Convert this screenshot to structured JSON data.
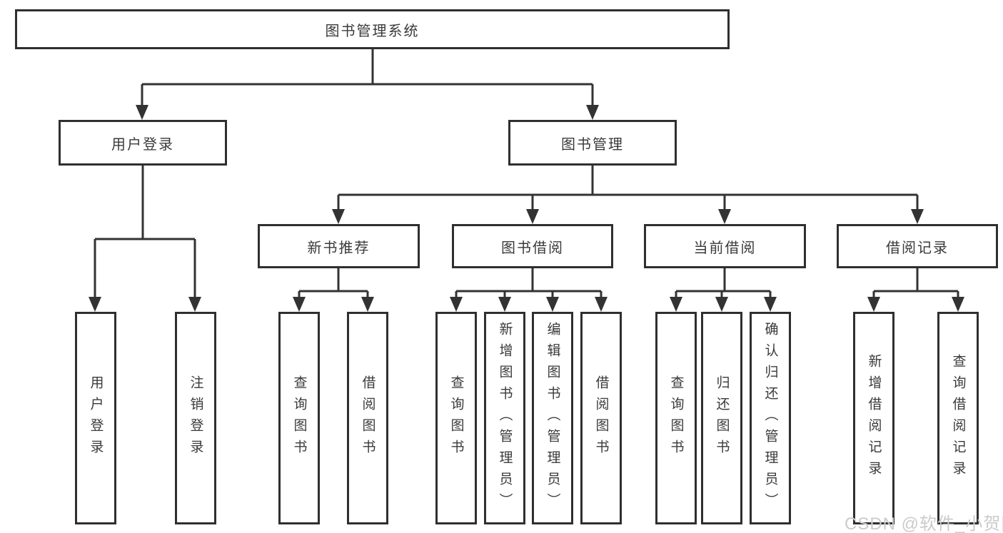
{
  "diagram_title": "图书管理系统",
  "watermark": {
    "text": "CSDN @软件_小贺同学"
  },
  "colors": {
    "line": "#333333",
    "box_border": "#2f2f2f",
    "box_background": "#ffffff",
    "text": "#3a3a3a",
    "watermark": "#cbcbcb"
  },
  "nodes": {
    "root": {
      "label": "图书管理系统"
    },
    "branches": [
      {
        "label": "用户登录"
      },
      {
        "label": "图书管理"
      }
    ],
    "groups": [
      {
        "label": "新书推荐"
      },
      {
        "label": "图书借阅"
      },
      {
        "label": "当前借阅"
      },
      {
        "label": "借阅记录"
      }
    ],
    "leaves_login": [
      {
        "label": "用户登录"
      },
      {
        "label": "注销登录"
      }
    ],
    "leaves_recommend": [
      {
        "label": "查询图书"
      },
      {
        "label": "借阅图书"
      }
    ],
    "leaves_borrow": [
      {
        "label": "查询图书"
      },
      {
        "label": "新增图书（管理员）"
      },
      {
        "label": "编辑图书（管理员）"
      },
      {
        "label": "借阅图书"
      }
    ],
    "leaves_current": [
      {
        "label": "查询图书"
      },
      {
        "label": "归还图书"
      },
      {
        "label": "确认归还（管理员）"
      }
    ],
    "leaves_records": [
      {
        "label": "新增借阅记录"
      },
      {
        "label": "查询借阅记录"
      }
    ]
  }
}
